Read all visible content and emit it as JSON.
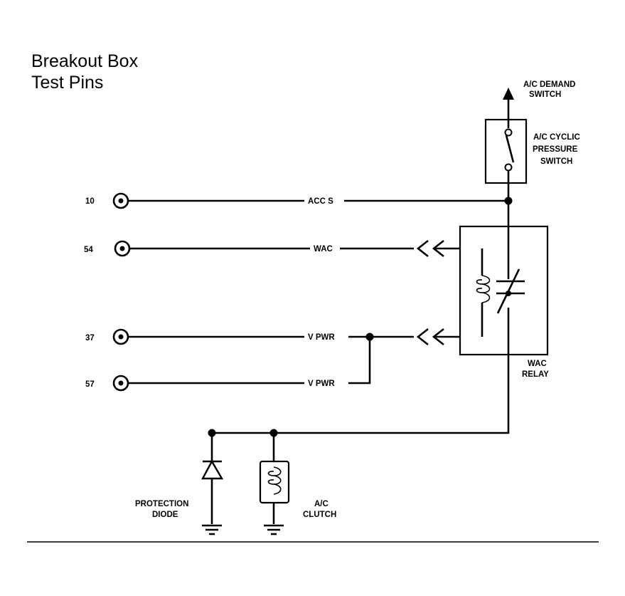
{
  "title": {
    "line1": "Breakout Box",
    "line2": "Test Pins"
  },
  "pins": [
    {
      "number": "10",
      "signal": "ACC S"
    },
    {
      "number": "54",
      "signal": "WAC"
    },
    {
      "number": "37",
      "signal": "V PWR"
    },
    {
      "number": "57",
      "signal": "V PWR"
    }
  ],
  "components": {
    "demand_switch": {
      "line1": "A/C DEMAND",
      "line2": "SWITCH"
    },
    "cyclic_switch": {
      "line1": "A/C CYCLIC",
      "line2": "PRESSURE",
      "line3": "SWITCH"
    },
    "wac_relay": {
      "line1": "WAC",
      "line2": "RELAY"
    },
    "protection_diode": {
      "line1": "PROTECTION",
      "line2": "DIODE"
    },
    "ac_clutch": {
      "line1": "A/C",
      "line2": "CLUTCH"
    }
  }
}
